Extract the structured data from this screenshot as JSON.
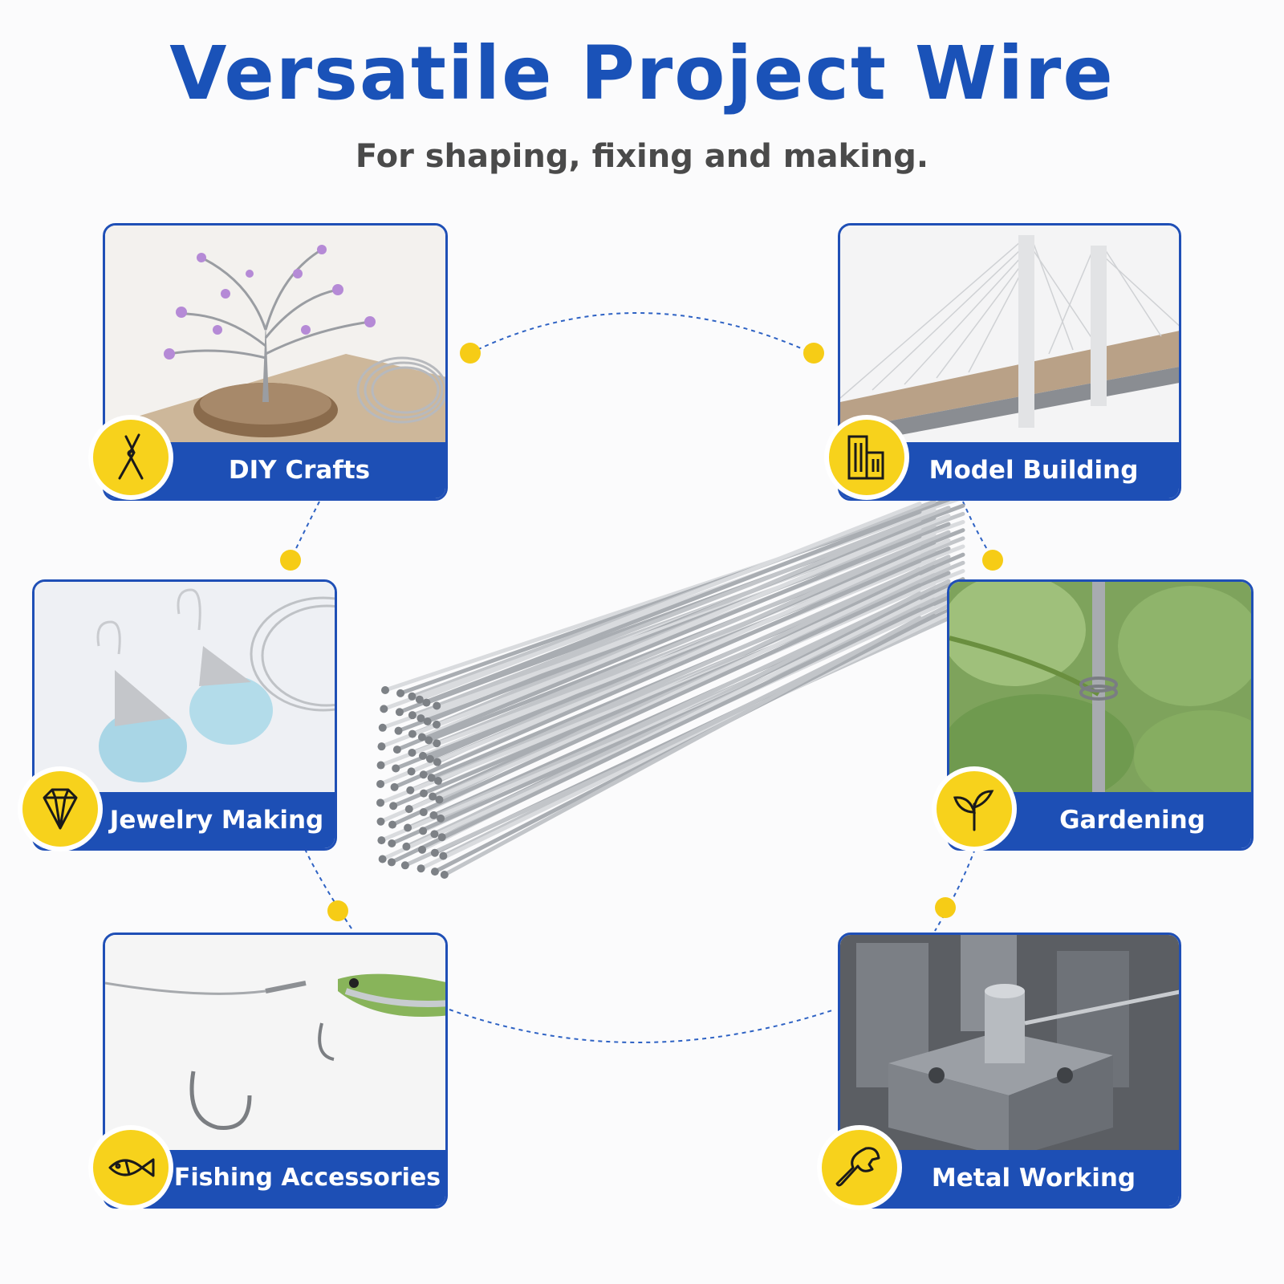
{
  "title": "Versatile Project Wire",
  "subtitle": "For shaping, fixing and making.",
  "colors": {
    "brand_blue": "#1d4fb5",
    "accent_yellow": "#f6cc16",
    "subtitle_gray": "#4a4a4a"
  },
  "uses": [
    {
      "label": "DIY Crafts",
      "icon": "pliers-icon"
    },
    {
      "label": "Model Building",
      "icon": "building-icon"
    },
    {
      "label": "Jewelry Making",
      "icon": "diamond-icon"
    },
    {
      "label": "Gardening",
      "icon": "sprout-icon"
    },
    {
      "label": "Fishing Accessories",
      "icon": "fish-icon"
    },
    {
      "label": "Metal Working",
      "icon": "wrench-icon"
    }
  ]
}
